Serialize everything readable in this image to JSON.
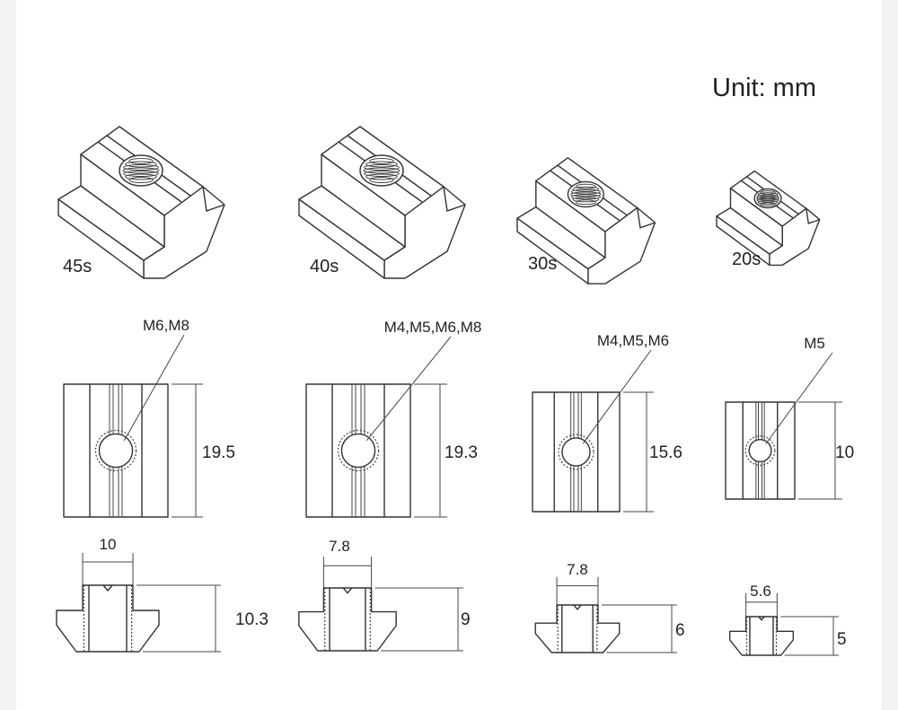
{
  "unit_label": "Unit: mm",
  "nuts": [
    {
      "series": "45s",
      "threads": "M6,M8",
      "length": "19.5",
      "neck_width": "10",
      "height": "10.3"
    },
    {
      "series": "40s",
      "threads": "M4,M5,M6,M8",
      "length": "19.3",
      "neck_width": "7.8",
      "height": "9"
    },
    {
      "series": "30s",
      "threads": "M4,M5,M6",
      "length": "15.6",
      "neck_width": "7.8",
      "height": "6"
    },
    {
      "series": "20s",
      "threads": "M5",
      "length": "10",
      "neck_width": "5.6",
      "height": "5"
    }
  ]
}
